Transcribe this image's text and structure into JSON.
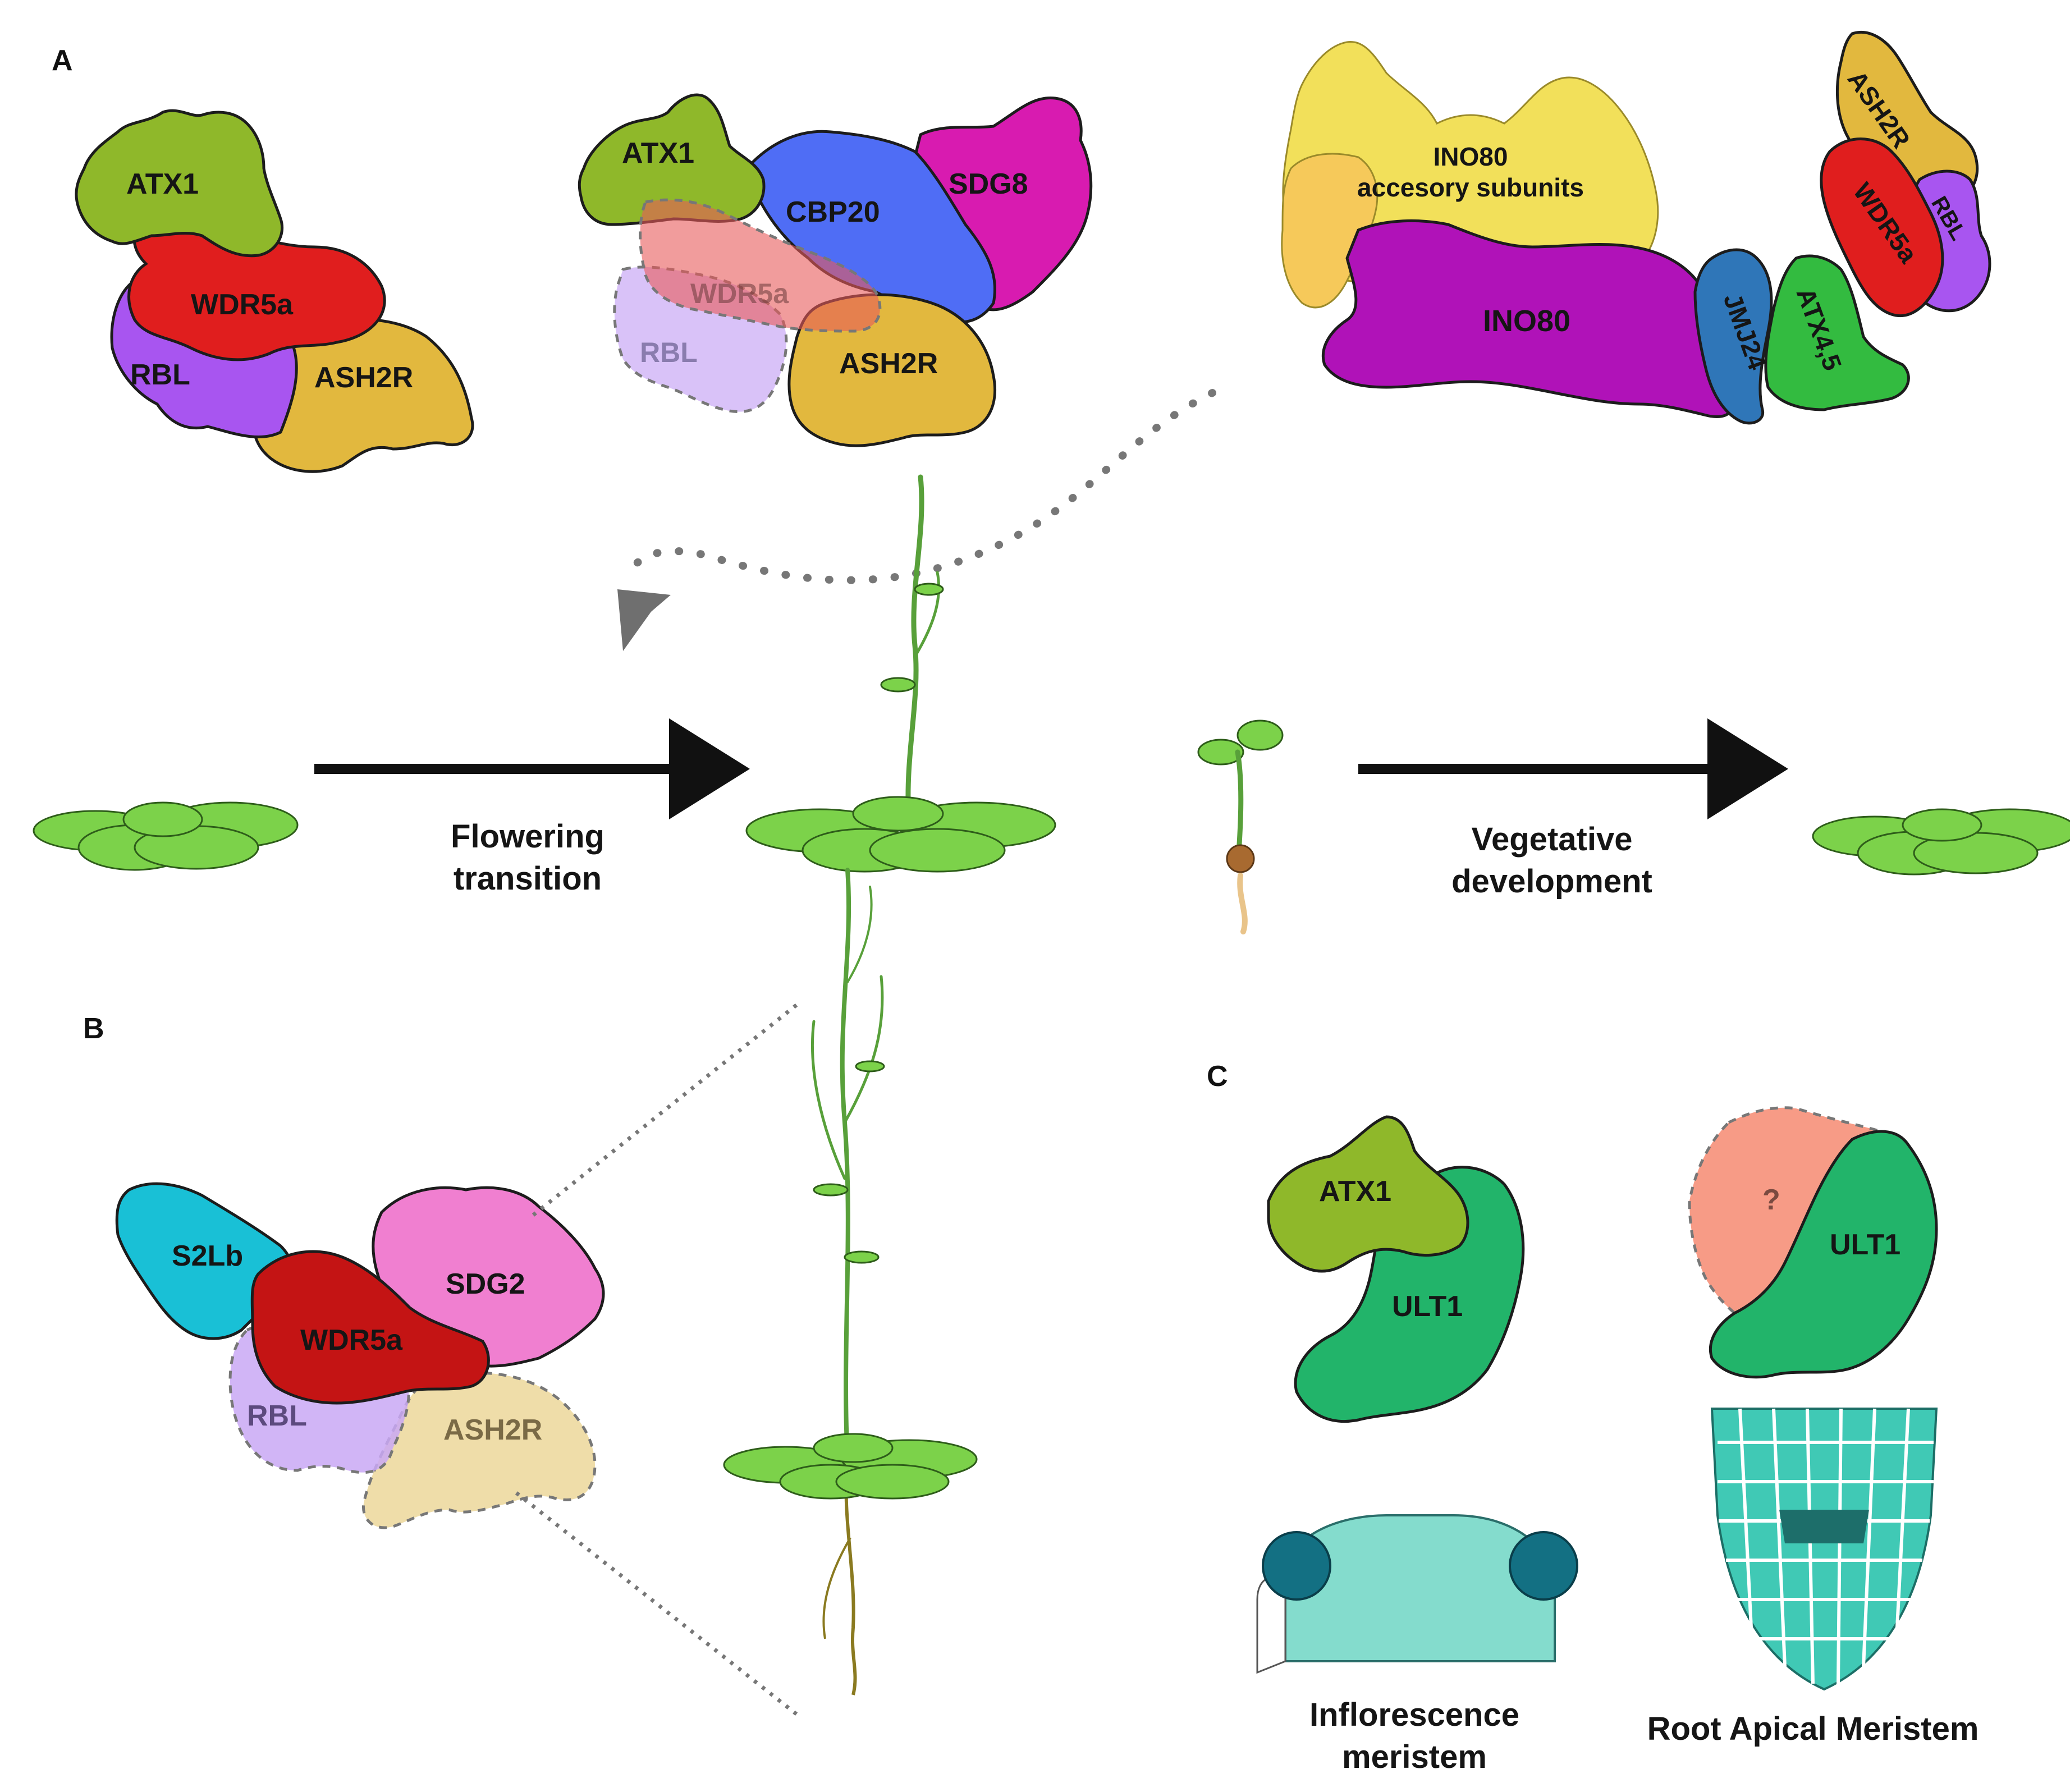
{
  "panels": {
    "a": "A",
    "b": "B",
    "c": "C"
  },
  "complex1": {
    "atx1": "ATX1",
    "wdr5a": "WDR5a",
    "rbl": "RBL",
    "ash2r": "ASH2R"
  },
  "complex2": {
    "atx1": "ATX1",
    "cbp20": "CBP20",
    "sdg8": "SDG8",
    "wdr5a": "WDR5a",
    "rbl": "RBL",
    "ash2r": "ASH2R"
  },
  "complex3": {
    "ino80_acc_line1": "INO80",
    "ino80_acc_line2": "accesory subunits",
    "ino80": "INO80",
    "jmj24": "JMJ24",
    "atx45": "ATX4,5",
    "ash2r": "ASH2R",
    "wdr5a": "WDR5a",
    "rbl": "RBL"
  },
  "transitions": {
    "flowering_line1": "Flowering",
    "flowering_line2": "transition",
    "vegetative_line1": "Vegetative",
    "vegetative_line2": "development"
  },
  "complexB": {
    "s2lb": "S2Lb",
    "sdg2": "SDG2",
    "wdr5a": "WDR5a",
    "rbl": "RBL",
    "ash2r": "ASH2R"
  },
  "complexC1": {
    "atx1": "ATX1",
    "ult1": "ULT1"
  },
  "complexC2": {
    "unknown": "?",
    "ult1": "ULT1"
  },
  "meristems": {
    "inflorescence_line1": "Inflorescence",
    "inflorescence_line2": "meristem",
    "root": "Root Apical Meristem"
  },
  "colors": {
    "atx1": "#8fb82a",
    "wdr5a": "#e01e1e",
    "rbl": "#a855f0",
    "ash2r": "#e2b83e",
    "cbp20": "#4f6df5",
    "sdg8": "#d81bb0",
    "ino80": "#b012b8",
    "ino80_acc": "#f2e05a",
    "jmj24": "#2f76b8",
    "atx45": "#33bb40",
    "s2lb": "#19c0d6",
    "sdg2": "#f07fd0",
    "wdr5a_b": "#c41414",
    "ult1": "#22b46a",
    "unknown": "#f79b86",
    "meristem": "#40c9b5"
  }
}
